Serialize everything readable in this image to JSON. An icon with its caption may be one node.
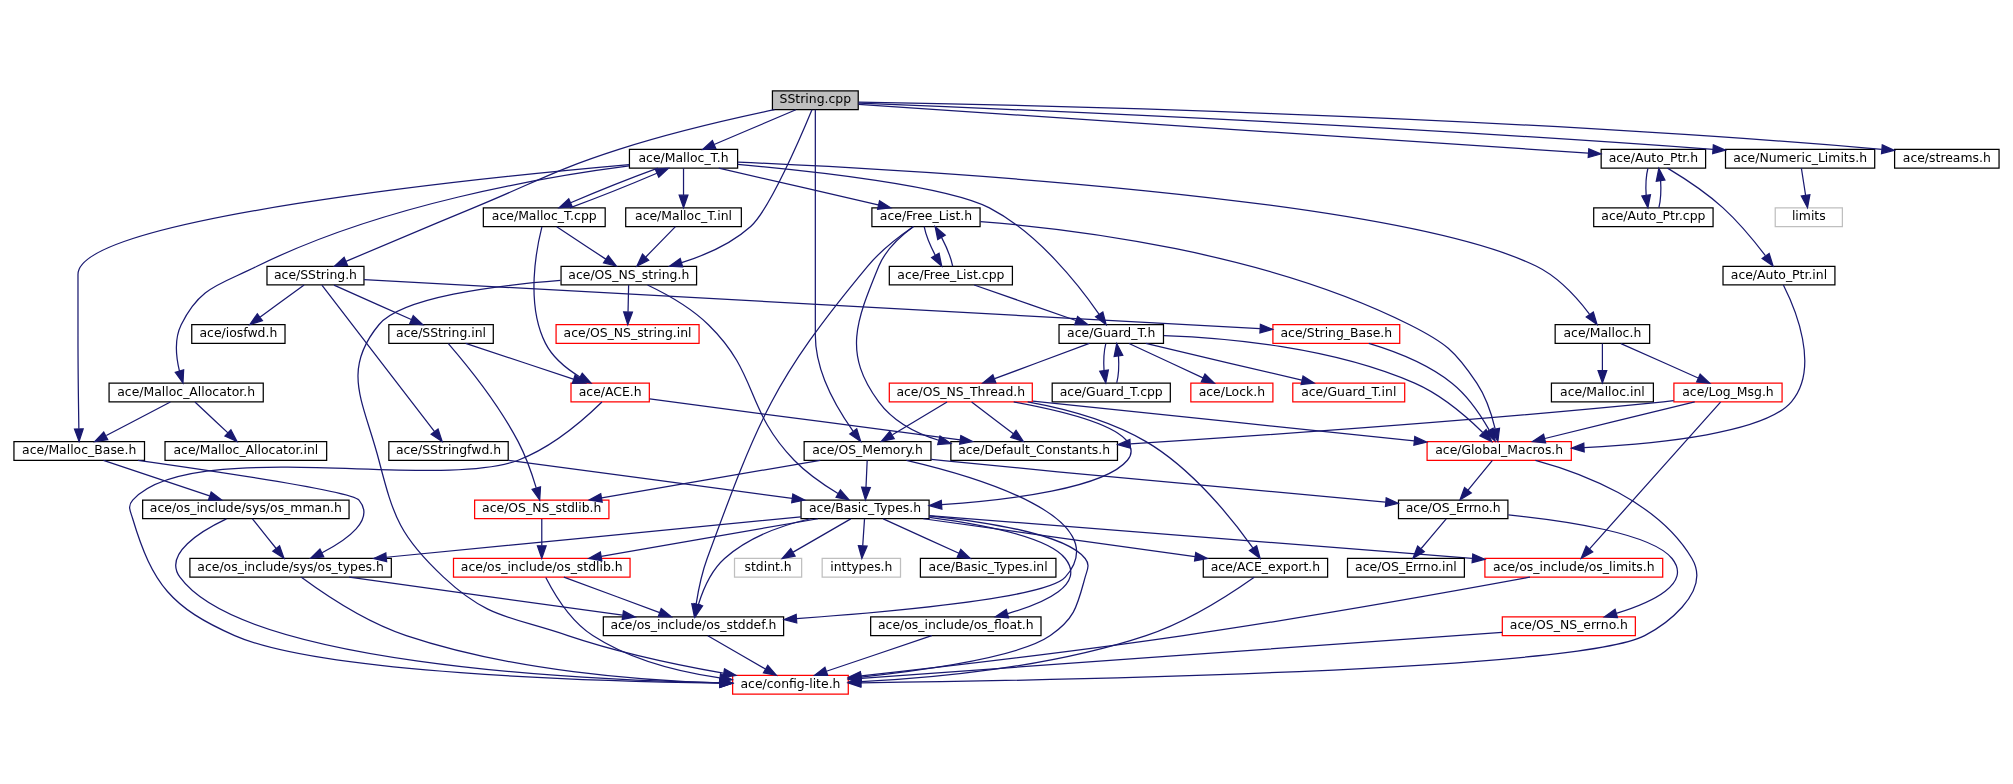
{
  "diagram": {
    "nodes": [
      {
        "text": [
          "SString.cpp"
        ]
      },
      {
        "text": [
          "ace/Malloc_T.h"
        ]
      },
      {
        "text": [
          "ace/Auto_Ptr.h"
        ]
      },
      {
        "text": [
          "ace/Numeric_Limits.h"
        ]
      },
      {
        "text": [
          "ace/streams.h"
        ]
      },
      {
        "text": [
          "ace/Free_List.h"
        ]
      },
      {
        "text": [
          "ace/Malloc_T.cpp"
        ]
      },
      {
        "text": [
          "ace/Malloc_T.inl"
        ]
      },
      {
        "text": [
          "ace/Auto_Ptr.cpp"
        ]
      },
      {
        "text": [
          "limits"
        ]
      },
      {
        "text": [
          "ace/SString.h"
        ]
      },
      {
        "text": [
          "ace/Free_List.cpp"
        ]
      },
      {
        "text": [
          "ace/OS_NS_string.h"
        ]
      },
      {
        "text": [
          "ace/Auto_Ptr.inl"
        ]
      },
      {
        "text": [
          "ace/iosfwd.h"
        ]
      },
      {
        "text": [
          "ace/SString.inl"
        ]
      },
      {
        "text": [
          "ace/String_Base.h"
        ]
      },
      {
        "text": [
          "ace/Guard_T.h"
        ]
      },
      {
        "text": [
          "ace/OS_NS_string.inl"
        ]
      },
      {
        "text": [
          "ace/Malloc.h"
        ]
      },
      {
        "text": [
          "ace/Malloc_Allocator.h"
        ]
      },
      {
        "text": [
          "ace/ACE.h"
        ]
      },
      {
        "text": [
          "ace/OS_NS_Thread.h"
        ]
      },
      {
        "text": [
          "ace/Guard_T.cpp"
        ]
      },
      {
        "text": [
          "ace/Lock.h"
        ]
      },
      {
        "text": [
          "ace/Guard_T.inl"
        ]
      },
      {
        "text": [
          "ace/Malloc.inl"
        ]
      },
      {
        "text": [
          "ace/Log_Msg.h"
        ]
      },
      {
        "text": [
          "ace/Malloc_Base.h"
        ]
      },
      {
        "text": [
          "ace/Malloc_Allocator.inl"
        ]
      },
      {
        "text": [
          "ace/OS_Memory.h"
        ]
      },
      {
        "text": [
          "ace/SStringfwd.h"
        ]
      },
      {
        "text": [
          "ace/Default_Constants.h"
        ]
      },
      {
        "text": [
          "ace/Global_Macros.h"
        ]
      },
      {
        "text": [
          "ace/os_include/sys/os_mman.h"
        ]
      },
      {
        "text": [
          "ace/OS_NS_stdlib.h"
        ]
      },
      {
        "text": [
          "ace/Basic_Types.h"
        ]
      },
      {
        "text": [
          "ace/OS_Errno.h"
        ]
      },
      {
        "text": [
          "ace/os_include/sys/os_types.h"
        ]
      },
      {
        "text": [
          "ace/os_include/os_stdlib.h"
        ]
      },
      {
        "text": [
          "stdint.h"
        ]
      },
      {
        "text": [
          "inttypes.h"
        ]
      },
      {
        "text": [
          "ace/Basic_Types.inl"
        ]
      },
      {
        "text": [
          "ace/ACE_export.h"
        ]
      },
      {
        "text": [
          "ace/OS_Errno.inl"
        ]
      },
      {
        "text": [
          "ace/os_include/os_limits.h"
        ]
      },
      {
        "text": [
          "ace/os_include/os_stddef.h"
        ]
      },
      {
        "text": [
          "ace/os_include/os_float.h"
        ]
      },
      {
        "text": [
          "ace/OS_NS_errno.h"
        ]
      },
      {
        "text": [
          "ace/config-lite.h"
        ]
      }
    ],
    "edges": [
      {
        "from": 0,
        "to": 10,
        "arrow": "to"
      },
      {
        "from": 0,
        "to": 30,
        "arrow": "to"
      },
      {
        "from": 0,
        "to": 1,
        "arrow": "to"
      },
      {
        "from": 0,
        "to": 12,
        "arrow": "to"
      },
      {
        "from": 0,
        "to": 2,
        "arrow": "to"
      },
      {
        "from": 0,
        "to": 3,
        "arrow": "to"
      },
      {
        "from": 0,
        "to": 4,
        "arrow": "to"
      },
      {
        "from": 1,
        "to": 28,
        "arrow": "to"
      },
      {
        "from": 1,
        "to": 20,
        "arrow": "to"
      },
      {
        "from": 1,
        "to": 5,
        "arrow": "to"
      },
      {
        "from": 1,
        "to": 6,
        "arrow": "to"
      },
      {
        "from": 6,
        "to": 1,
        "arrow": "to"
      },
      {
        "from": 1,
        "to": 17,
        "arrow": "to"
      },
      {
        "from": 1,
        "to": 7,
        "arrow": "to"
      },
      {
        "from": 1,
        "to": 19,
        "arrow": "to"
      },
      {
        "from": 2,
        "to": 8,
        "arrow": "to"
      },
      {
        "from": 8,
        "to": 2,
        "arrow": "to"
      },
      {
        "from": 2,
        "to": 13,
        "arrow": "to"
      },
      {
        "from": 3,
        "to": 9,
        "arrow": "to"
      },
      {
        "from": 5,
        "to": 46,
        "arrow": "to"
      },
      {
        "from": 5,
        "to": 11,
        "arrow": "to"
      },
      {
        "from": 11,
        "to": 5,
        "arrow": "to"
      },
      {
        "from": 5,
        "to": 32,
        "arrow": "to"
      },
      {
        "from": 5,
        "to": 33,
        "arrow": "to"
      },
      {
        "from": 6,
        "to": 21,
        "arrow": "to"
      },
      {
        "from": 6,
        "to": 12,
        "arrow": "to"
      },
      {
        "from": 7,
        "to": 12,
        "arrow": "to"
      },
      {
        "from": 10,
        "to": 14,
        "arrow": "to"
      },
      {
        "from": 10,
        "to": 15,
        "arrow": "to"
      },
      {
        "from": 10,
        "to": 16,
        "arrow": "to"
      },
      {
        "from": 10,
        "to": 31,
        "arrow": "to"
      },
      {
        "from": 11,
        "to": 17,
        "arrow": "to"
      },
      {
        "from": 12,
        "to": 36,
        "arrow": "to"
      },
      {
        "from": 12,
        "to": 18,
        "arrow": "to"
      },
      {
        "from": 12,
        "to": 49,
        "arrow": "to"
      },
      {
        "from": 13,
        "to": 33,
        "arrow": "to"
      },
      {
        "from": 15,
        "to": 35,
        "arrow": "to"
      },
      {
        "from": 15,
        "to": 21,
        "arrow": "to"
      },
      {
        "from": 16,
        "to": 33,
        "arrow": "to"
      },
      {
        "from": 17,
        "to": 22,
        "arrow": "to"
      },
      {
        "from": 17,
        "to": 23,
        "arrow": "to"
      },
      {
        "from": 23,
        "to": 17,
        "arrow": "to"
      },
      {
        "from": 17,
        "to": 24,
        "arrow": "to"
      },
      {
        "from": 17,
        "to": 25,
        "arrow": "to"
      },
      {
        "from": 17,
        "to": 33,
        "arrow": "to"
      },
      {
        "from": 19,
        "to": 26,
        "arrow": "to"
      },
      {
        "from": 19,
        "to": 27,
        "arrow": "to"
      },
      {
        "from": 20,
        "to": 28,
        "arrow": "to"
      },
      {
        "from": 20,
        "to": 29,
        "arrow": "to"
      },
      {
        "from": 21,
        "to": 32,
        "arrow": "to"
      },
      {
        "from": 21,
        "to": 49,
        "arrow": "to"
      },
      {
        "from": 22,
        "to": 30,
        "arrow": "to"
      },
      {
        "from": 22,
        "to": 32,
        "arrow": "to"
      },
      {
        "from": 22,
        "to": 36,
        "arrow": "to"
      },
      {
        "from": 22,
        "to": 43,
        "arrow": "to"
      },
      {
        "from": 22,
        "to": 33,
        "arrow": "to"
      },
      {
        "from": 27,
        "to": 32,
        "arrow": "to"
      },
      {
        "from": 27,
        "to": 33,
        "arrow": "to"
      },
      {
        "from": 27,
        "to": 45,
        "arrow": "to"
      },
      {
        "from": 28,
        "to": 34,
        "arrow": "to"
      },
      {
        "from": 28,
        "to": 38,
        "arrow": "to"
      },
      {
        "from": 30,
        "to": 35,
        "arrow": "to"
      },
      {
        "from": 30,
        "to": 46,
        "arrow": "to"
      },
      {
        "from": 30,
        "to": 36,
        "arrow": "to"
      },
      {
        "from": 30,
        "to": 37,
        "arrow": "to"
      },
      {
        "from": 31,
        "to": 36,
        "arrow": "to"
      },
      {
        "from": 33,
        "to": 37,
        "arrow": "to"
      },
      {
        "from": 33,
        "to": 49,
        "arrow": "to"
      },
      {
        "from": 34,
        "to": 38,
        "arrow": "to"
      },
      {
        "from": 34,
        "to": 49,
        "arrow": "to"
      },
      {
        "from": 35,
        "to": 39,
        "arrow": "to"
      },
      {
        "from": 36,
        "to": 38,
        "arrow": "to"
      },
      {
        "from": 36,
        "to": 39,
        "arrow": "to"
      },
      {
        "from": 36,
        "to": 46,
        "arrow": "to"
      },
      {
        "from": 36,
        "to": 40,
        "arrow": "to"
      },
      {
        "from": 36,
        "to": 41,
        "arrow": "to"
      },
      {
        "from": 36,
        "to": 42,
        "arrow": "to"
      },
      {
        "from": 36,
        "to": 47,
        "arrow": "to"
      },
      {
        "from": 36,
        "to": 43,
        "arrow": "to"
      },
      {
        "from": 36,
        "to": 45,
        "arrow": "to"
      },
      {
        "from": 36,
        "to": 49,
        "arrow": "to"
      },
      {
        "from": 37,
        "to": 44,
        "arrow": "to"
      },
      {
        "from": 37,
        "to": 48,
        "arrow": "to"
      },
      {
        "from": 38,
        "to": 46,
        "arrow": "to"
      },
      {
        "from": 38,
        "to": 49,
        "arrow": "to"
      },
      {
        "from": 39,
        "to": 46,
        "arrow": "to"
      },
      {
        "from": 39,
        "to": 49,
        "arrow": "to"
      },
      {
        "from": 43,
        "to": 49,
        "arrow": "to"
      },
      {
        "from": 45,
        "to": 49,
        "arrow": "to"
      },
      {
        "from": 46,
        "to": 49,
        "arrow": "to"
      },
      {
        "from": 47,
        "to": 49,
        "arrow": "to"
      },
      {
        "from": 48,
        "to": 49,
        "arrow": "to"
      }
    ]
  }
}
